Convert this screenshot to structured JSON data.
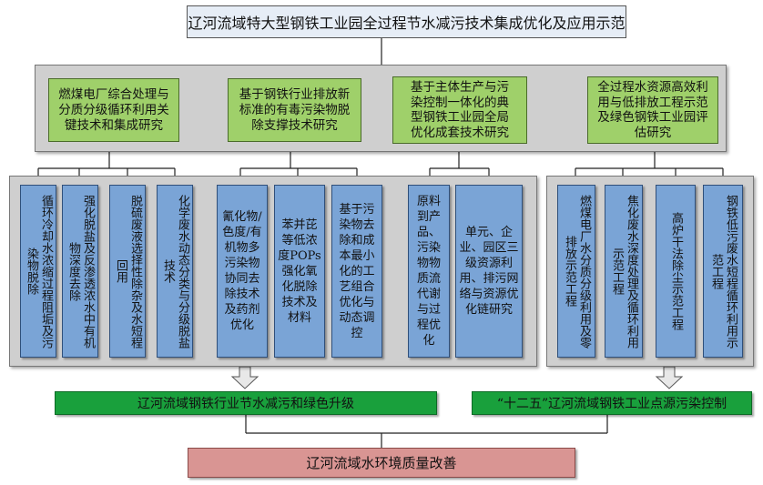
{
  "title": "辽河流域特大型钢铁工业园全过程节水减污技术集成优化及应用示范",
  "topics": [
    "燃煤电厂综合处理与\n分质分级循环利用关\n键技术和集成研究",
    "基于钢铁行业排放新\n标准的有毒污染物脱\n除支撑技术研究",
    "基于主体生产与污\n染控制一体化的典\n型钢铁工业园全局\n优化成套技术研究",
    "全过程水资源高效利\n用与低排放工程示范\n及绿色钢铁工业园评\n估研究"
  ],
  "subtopics": [
    "循环冷却水浓缩过程阻垢及污染物脱除",
    "强化脱盐及反渗透浓水中有机物深度去除",
    "脱硫废液选择性除杂及水短程回用",
    "化学废水动态分类与分级脱盐技术",
    "氰化物/色度/有机物多污染物协同去除技术及药剂优化",
    "苯并芘等低浓度POPs强化氧化脱除技术及材料",
    "基于污染物去除和成本最小化的工艺组合优化与动态调控",
    "原料到产品、污染物物质流代谢与过程优化",
    "单元、企业、园区三级资源利用、排污网络与资源优化链研究",
    "燃煤电厂水分质分级利用及零排放示范工程",
    "焦化废水深度处理及循环利用示范工程",
    "高炉干法除尘示范工程",
    "钢铁低污废水短程循环利用示范工程"
  ],
  "outcomes": [
    "辽河流域钢铁行业节水减污和绿色升级",
    "“十二五”辽河流域钢铁工业点源污染控制"
  ],
  "final_goal": "辽河流域水环境质量改善"
}
